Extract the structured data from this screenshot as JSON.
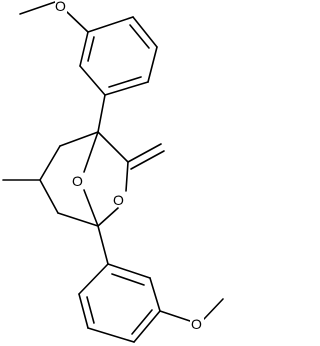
{
  "molecule": {
    "atom_labels": {
      "methoxy_top_oxygen": "O",
      "bridge_oxygen": "O",
      "ring_oxygen": "O",
      "methoxy_bottom_oxygen": "O"
    }
  }
}
